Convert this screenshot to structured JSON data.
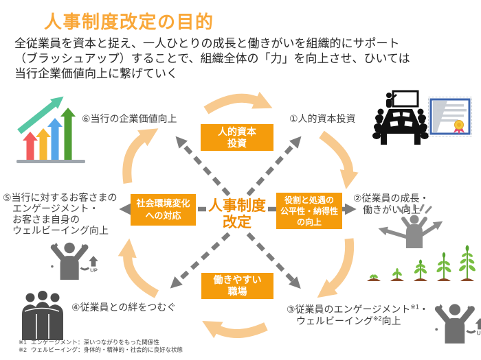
{
  "slide": {
    "title": "人事制度改定の目的",
    "intro_lines": [
      "全従業員を資本と捉え、一人ひとりの成長と働きがいを組織的にサポート",
      "（ブラッシュアップ）することで、組織全体の「力」を向上させ、ひいては",
      "当行企業価値向上に繋げていく"
    ]
  },
  "diagram": {
    "center": {
      "line1": "人事制度",
      "line2": "改定"
    },
    "boxes": {
      "top": {
        "lines": [
          "人的資本",
          "投資"
        ]
      },
      "right": {
        "lines": [
          "役割と処遇の",
          "公平性・納得性",
          "の向上"
        ]
      },
      "bottom": {
        "lines": [
          "働きやすい",
          "職場"
        ]
      },
      "left": {
        "lines": [
          "社会環境変化",
          "への対応"
        ]
      }
    },
    "labels": {
      "n1": "①人的資本投資",
      "n2": [
        "②従業員の成長・",
        "働きがい向上"
      ],
      "n3": {
        "part1": "③従業員のエンゲージメント",
        "sup1": "※1",
        "part2": "・",
        "line2": "ウェルビーイング",
        "sup2": "※2",
        "part3": "向上"
      },
      "n4": "④従業員との絆をつむぐ",
      "n5": [
        "⑤当行に対するお客さまの",
        "エンゲージメント・",
        "お客さま自身の",
        "ウェルビーイング向上"
      ],
      "n6": "⑥当行の企業価値向上"
    }
  },
  "icons": {
    "up_label": "UP"
  },
  "footnotes": [
    {
      "mark": "※1",
      "text": "エンゲージメント：深いつながりをもった関係性"
    },
    {
      "mark": "※2",
      "text": "ウェルビーイング：身体的・精神的・社会的に良好な状態"
    }
  ],
  "colors": {
    "title_orange": "#F9A738",
    "box_orange": "#F59C0C",
    "center_orange": "#EE8A00",
    "arc_orange": "#F8CA8F",
    "arrow_gray": "#7C7C7C",
    "chart_red": "#F25C5C",
    "chart_yellow": "#F7B731",
    "chart_blue": "#56A6E9",
    "chart_green": "#4F9D33",
    "chart_teal": "#57C7A4",
    "plant_green": "#79BE41",
    "soil_brown": "#8A4A28",
    "certificate_blue": "#3E66AE",
    "medal_gold": "#F6C93D",
    "ribbon_red": "#E44A70"
  }
}
